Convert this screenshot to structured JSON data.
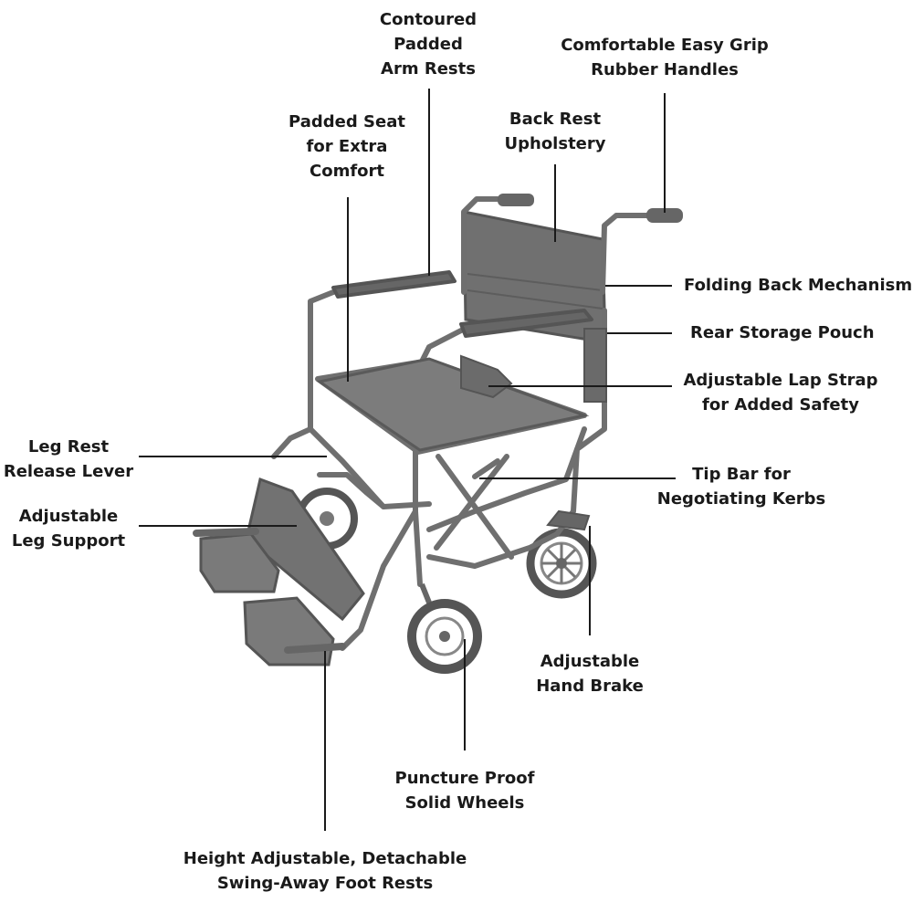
{
  "labels": {
    "contoured_arm_rests": [
      "Contoured",
      "Padded",
      "Arm Rests"
    ],
    "easy_grip_handles": [
      "Comfortable Easy Grip",
      "Rubber Handles"
    ],
    "padded_seat": [
      "Padded Seat",
      "for Extra",
      "Comfort"
    ],
    "back_rest": [
      "Back Rest",
      "Upholstery"
    ],
    "folding_back": [
      "Folding Back Mechanism"
    ],
    "rear_pouch": [
      "Rear Storage Pouch"
    ],
    "lap_strap": [
      "Adjustable Lap Strap",
      "for Added Safety"
    ],
    "leg_rest_lever": [
      "Leg Rest",
      "Release Lever"
    ],
    "tip_bar": [
      "Tip Bar for",
      "Negotiating Kerbs"
    ],
    "leg_support": [
      "Adjustable",
      "Leg Support"
    ],
    "hand_brake": [
      "Adjustable",
      "Hand Brake"
    ],
    "solid_wheels": [
      "Puncture Proof",
      "Solid Wheels"
    ],
    "foot_rests": [
      "Height Adjustable, Detachable",
      "Swing-Away Foot Rests"
    ]
  },
  "colors": {
    "frame": "#6f6f6f",
    "upholstery": "#7a7a7a",
    "dark": "#5a5a5a",
    "leader": "#1a1a1a",
    "text": "#1a1a1a"
  }
}
